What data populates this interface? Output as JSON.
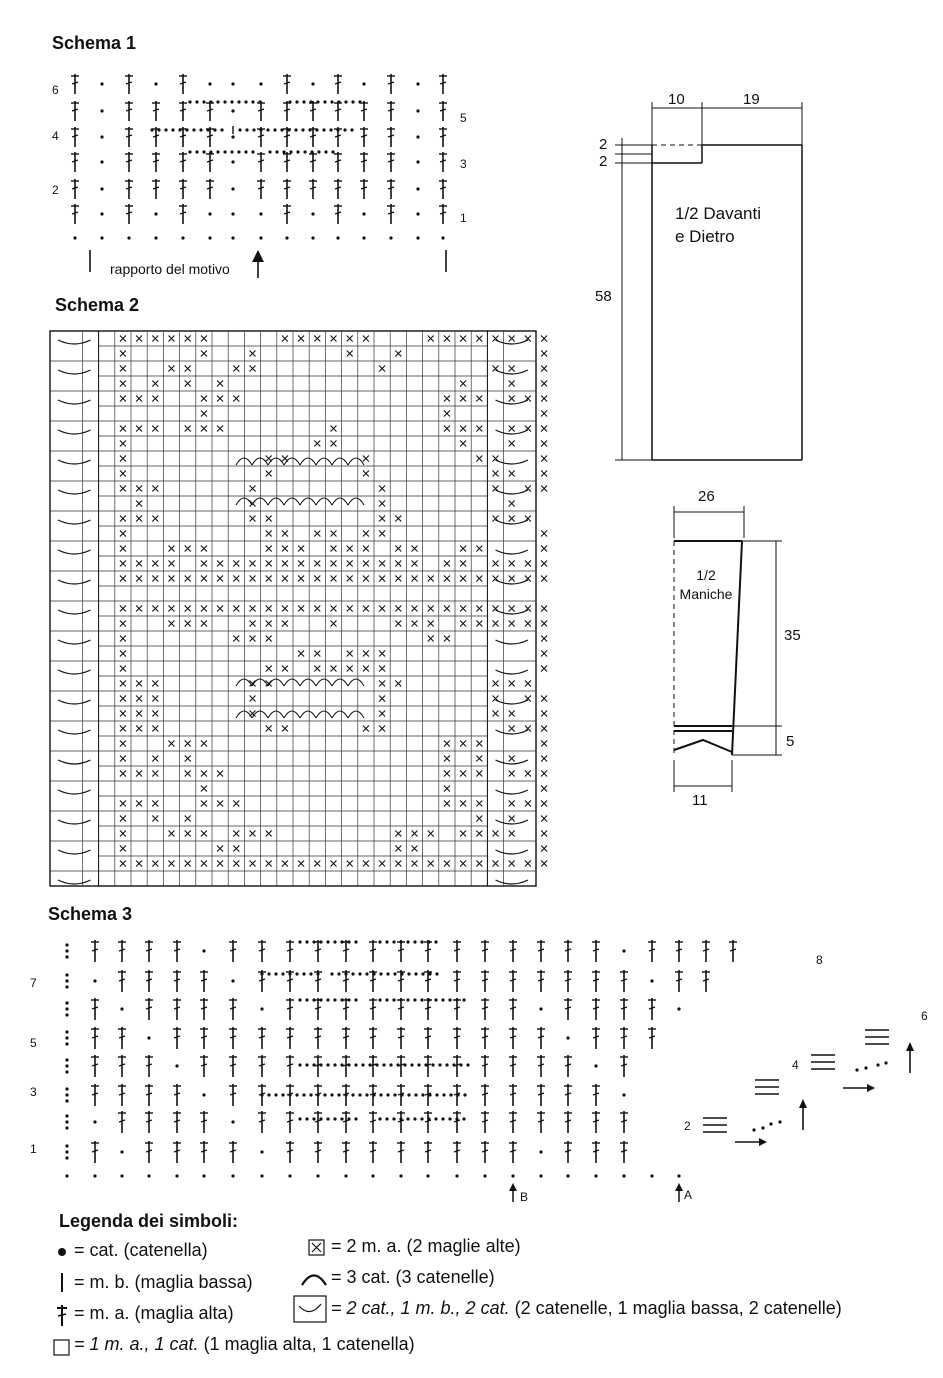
{
  "schema1": {
    "title": "Schema 1",
    "left_rows": [
      "6",
      "4",
      "2"
    ],
    "right_rows": [
      "5",
      "3",
      "1"
    ],
    "repeat_label": "rapporto del motivo"
  },
  "schema2": {
    "title": "Schema 2"
  },
  "schema3": {
    "title": "Schema 3",
    "left_rows": [
      "7",
      "5",
      "3",
      "1"
    ],
    "right_rows": [
      "8",
      "6",
      "4",
      "2"
    ],
    "marker_a": "A",
    "marker_b": "B"
  },
  "body_piece": {
    "title": "1/2 Davanti e Dietro",
    "title_line1": "1/2 Davanti",
    "title_line2": "e Dietro",
    "top_left_width": "10",
    "top_right_width": "19",
    "neck_step_1": "2",
    "neck_step_2": "2",
    "height": "58"
  },
  "sleeve_piece": {
    "title_line1": "1/2",
    "title_line2": "Maniche",
    "top_width": "26",
    "bottom_width": "11",
    "height": "35",
    "cuff_height": "5"
  },
  "legend": {
    "title": "Legenda dei simboli:",
    "items": [
      {
        "symbol": "chain-dot",
        "text": "= cat. (catenella)"
      },
      {
        "symbol": "single-crochet",
        "text": "= m. b. (maglia bassa)"
      },
      {
        "symbol": "double-crochet",
        "text": "= m. a. (maglia alta)"
      },
      {
        "symbol": "crossed-box",
        "text": "= 2 m. a. (2 maglie alte)"
      },
      {
        "symbol": "arc",
        "text": "= 3 cat. (3 catenelle)"
      },
      {
        "symbol": "v-box",
        "text_italic": "= 2 cat., 1 m. b., 2 cat.",
        "text": " (2 catenelle, 1 maglia bassa, 2 catenelle)"
      },
      {
        "symbol": "empty-box",
        "text_italic": "= 1 m. a., 1 cat.",
        "text": " (1 maglia alta, 1 catenella)"
      }
    ]
  }
}
